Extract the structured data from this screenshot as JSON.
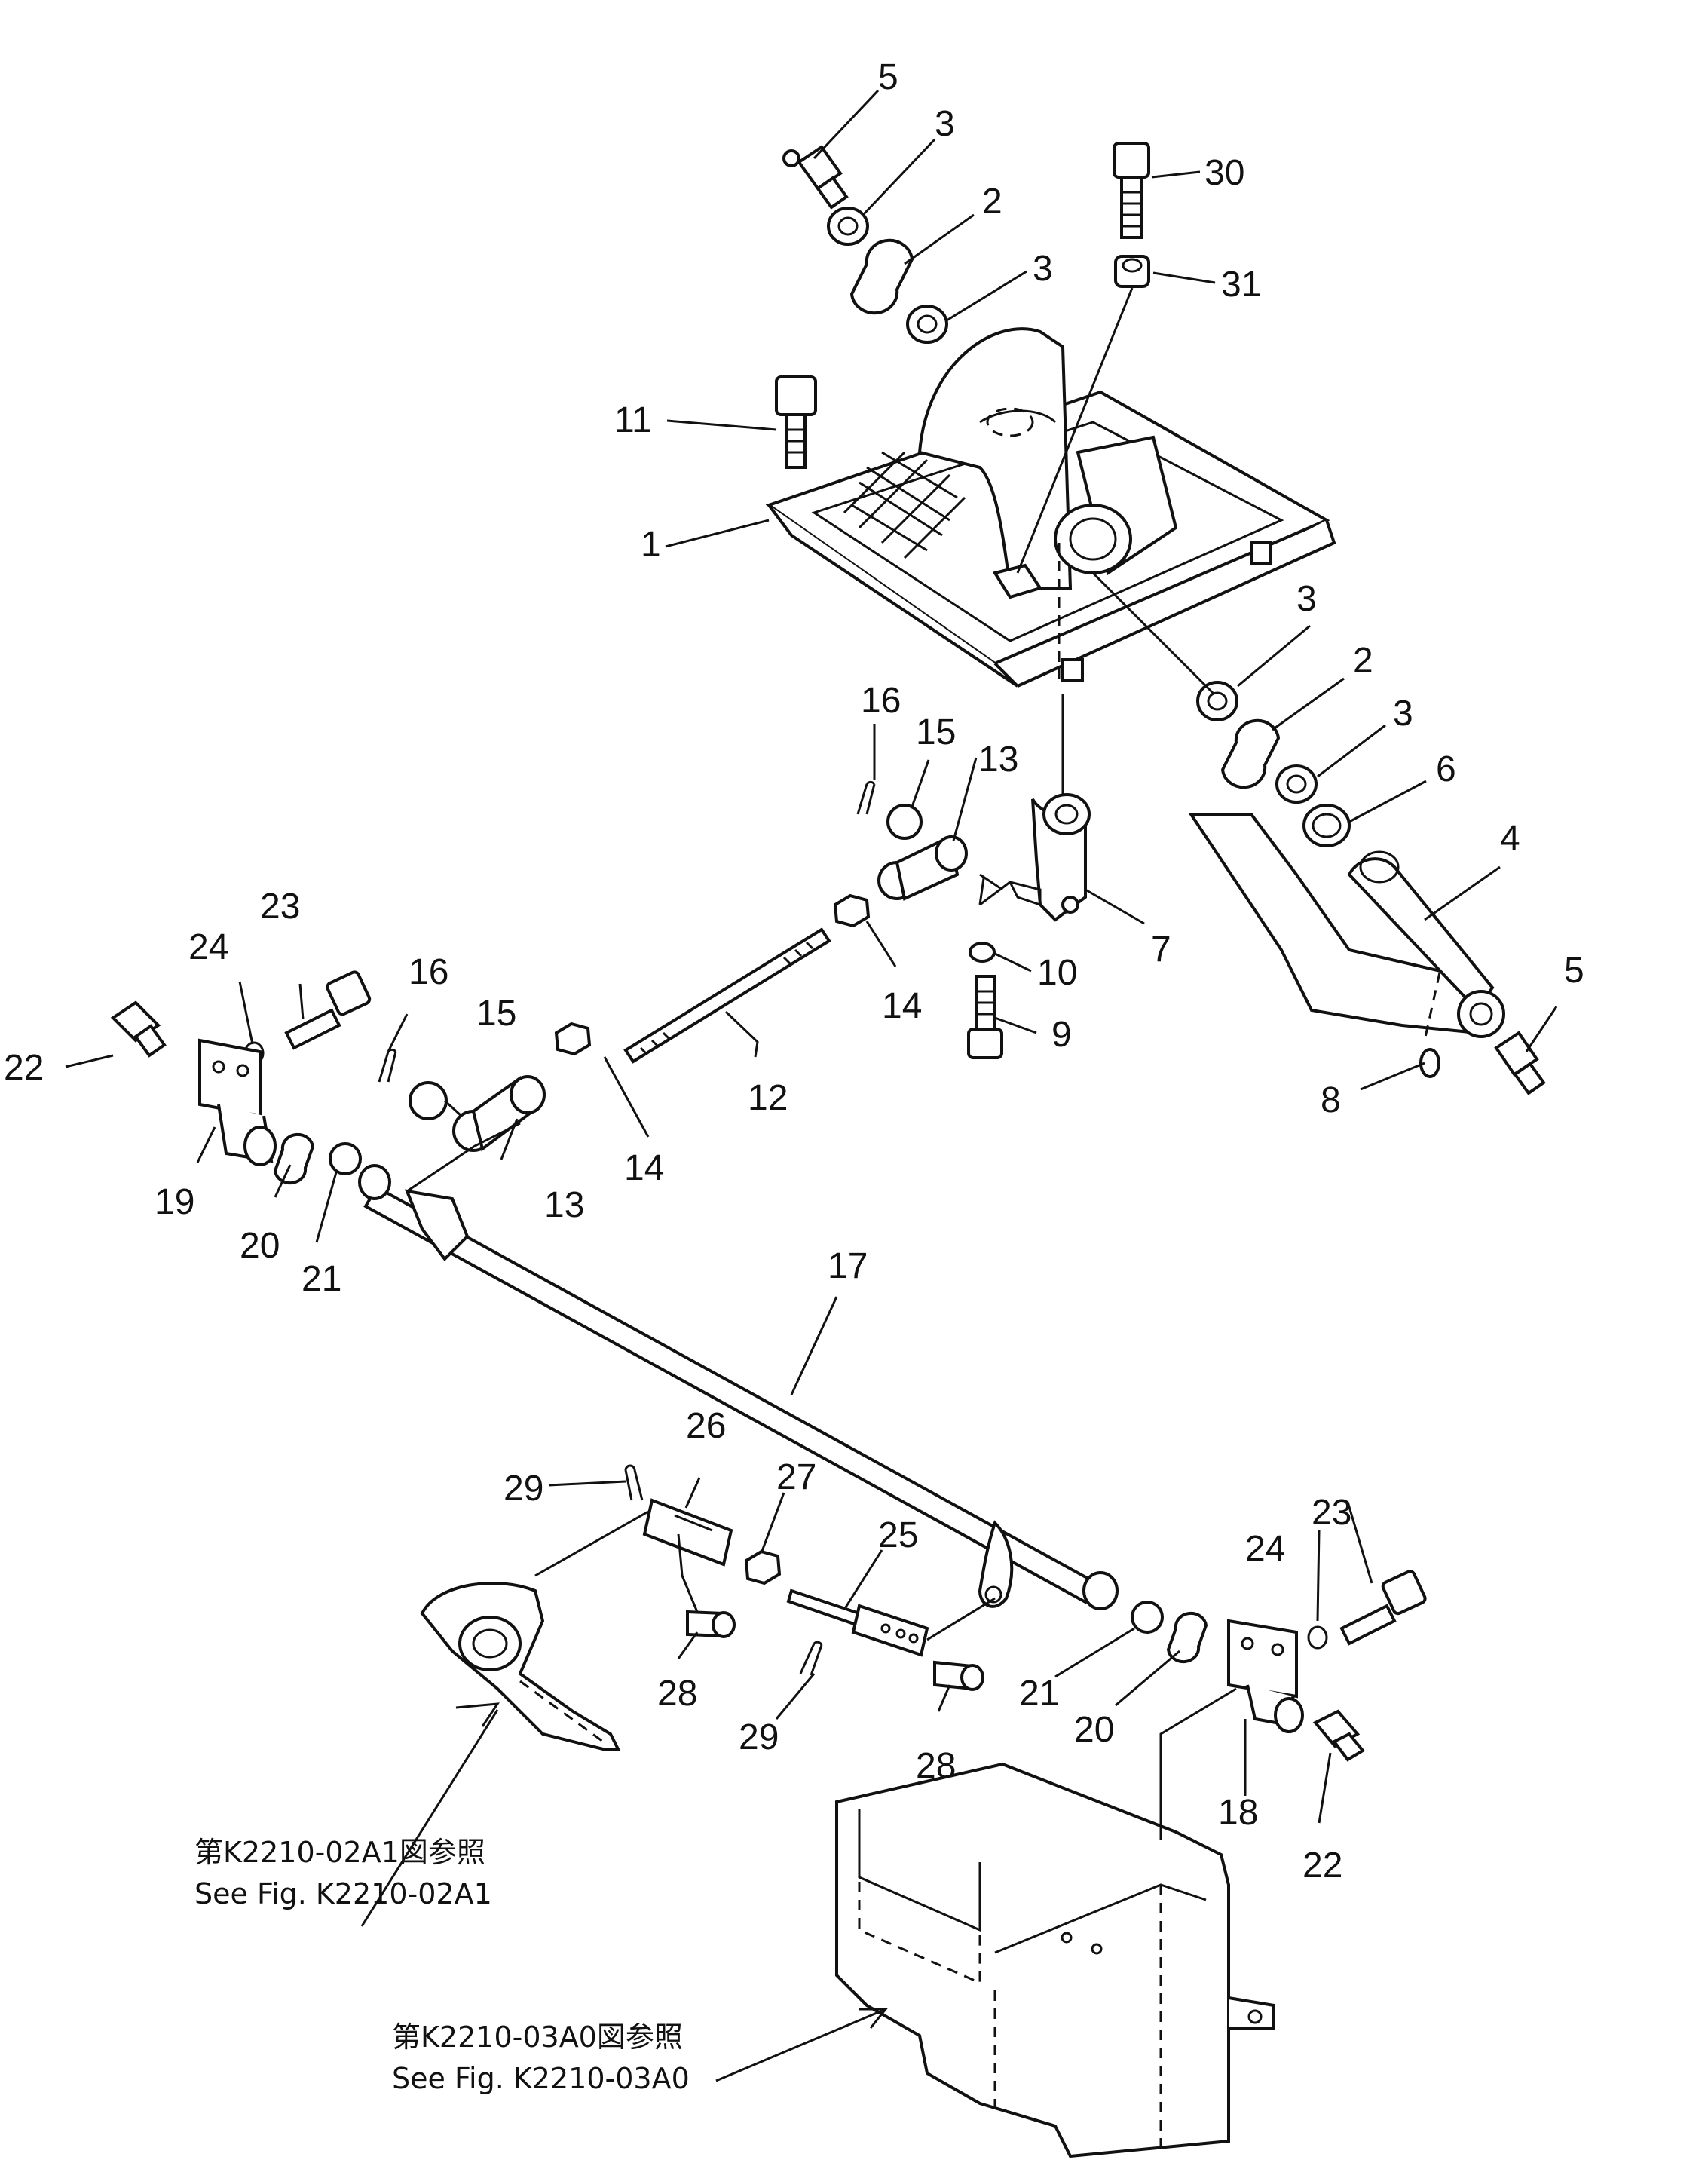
{
  "callouts": [
    "1",
    "2",
    "3",
    "4",
    "5",
    "6",
    "7",
    "8",
    "9",
    "10",
    "11",
    "12",
    "13",
    "14",
    "15",
    "16",
    "17",
    "18",
    "19",
    "20",
    "21",
    "22",
    "23",
    "24",
    "25",
    "26",
    "27",
    "28",
    "29",
    "30",
    "31"
  ],
  "references": [
    {
      "jp": "第K2210-02A1図参照",
      "en": "See Fig. K2210-02A1"
    },
    {
      "jp": "第K2210-03A0図参照",
      "en": "See Fig. K2210-03A0"
    }
  ]
}
